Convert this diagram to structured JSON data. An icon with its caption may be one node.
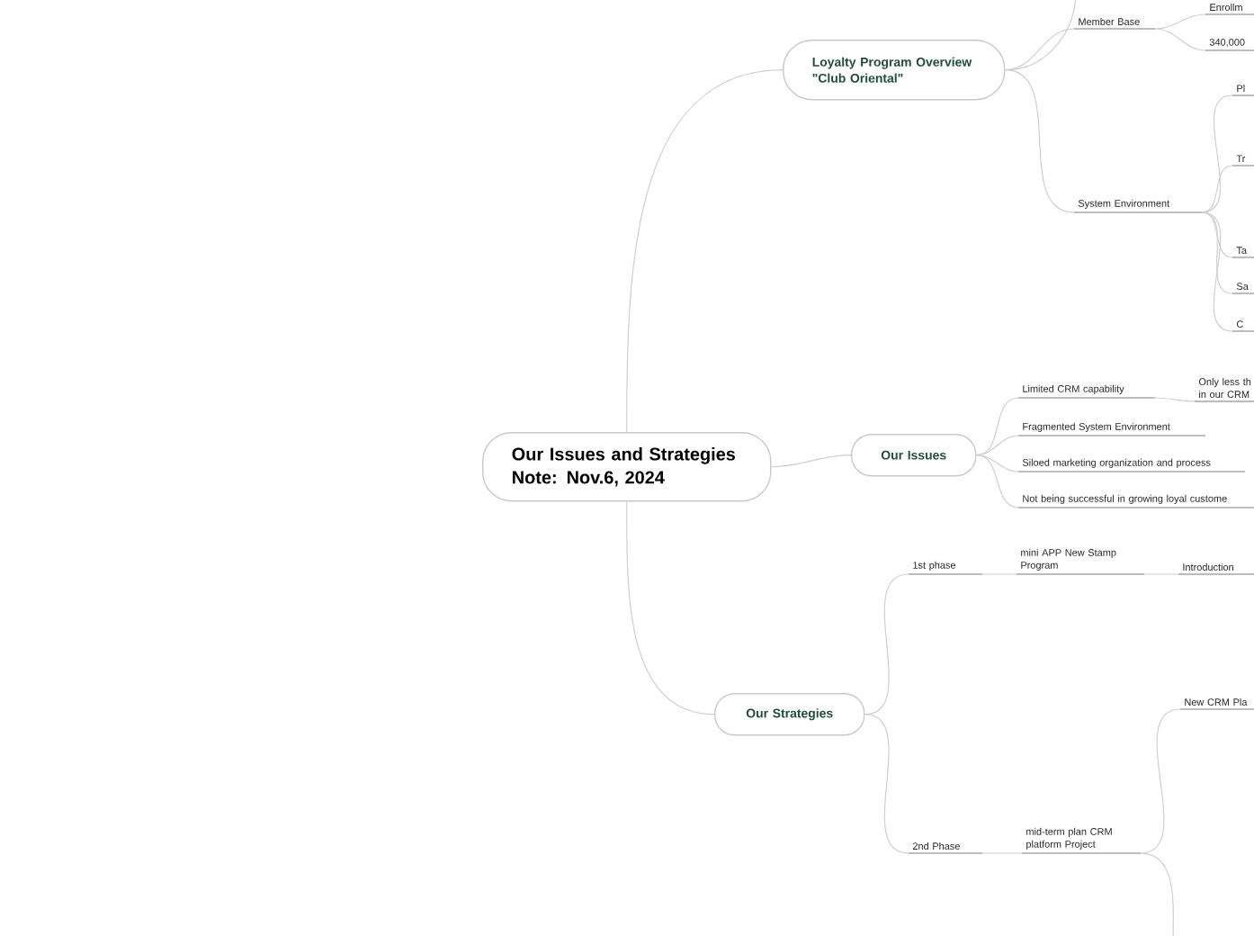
{
  "diagram": {
    "nodes": [
      {
        "text": [
          "Our Issues and Strategies",
          "Note: Nov.6, 2024"
        ]
      },
      {
        "text": [
          "Loyalty Program Overview \"Club Oriental\""
        ]
      },
      {
        "text": [
          "Member Base"
        ]
      },
      {
        "text": [
          "Enrollm"
        ]
      },
      {
        "text": [
          "340,000"
        ]
      },
      {
        "text": [
          "System Environment"
        ]
      },
      {
        "text": [
          "Pl"
        ]
      },
      {
        "text": [
          "Tr"
        ]
      },
      {
        "text": [
          "Ta"
        ]
      },
      {
        "text": [
          "Sa"
        ]
      },
      {
        "text": [
          "C"
        ]
      },
      {
        "text": [
          "Our Issues"
        ]
      },
      {
        "text": [
          "Limited CRM capability"
        ]
      },
      {
        "text": [
          "Only less th in our CRM"
        ]
      },
      {
        "text": [
          "Fragmented System Environment"
        ]
      },
      {
        "text": [
          "Siloed marketing organization and process"
        ]
      },
      {
        "text": [
          "Not being successful in growing loyal custome"
        ]
      },
      {
        "text": [
          "Our Strategies"
        ]
      },
      {
        "text": [
          "1st phase"
        ]
      },
      {
        "text": [
          "mini APP New Stamp Program"
        ]
      },
      {
        "text": [
          "Introduction"
        ]
      },
      {
        "text": [
          "2nd Phase"
        ]
      },
      {
        "text": [
          "mid-term plan CRM platform Project"
        ]
      },
      {
        "text": [
          "New CRM Pla"
        ]
      }
    ],
    "edges": [
      {
        "from": 0,
        "to": 1,
        "arrow": "none"
      },
      {
        "from": 0,
        "to": 11,
        "arrow": "none"
      },
      {
        "from": 0,
        "to": 17,
        "arrow": "none"
      },
      {
        "from": 1,
        "to": null,
        "arrow": "none"
      },
      {
        "from": 1,
        "to": 2,
        "arrow": "none"
      },
      {
        "from": 1,
        "to": 5,
        "arrow": "none"
      },
      {
        "from": 2,
        "to": 3,
        "arrow": "none"
      },
      {
        "from": 2,
        "to": 4,
        "arrow": "none"
      },
      {
        "from": 5,
        "to": 6,
        "arrow": "none"
      },
      {
        "from": 5,
        "to": 7,
        "arrow": "none"
      },
      {
        "from": 5,
        "to": 8,
        "arrow": "none"
      },
      {
        "from": 5,
        "to": 9,
        "arrow": "none"
      },
      {
        "from": 5,
        "to": 10,
        "arrow": "none"
      },
      {
        "from": 11,
        "to": 12,
        "arrow": "none"
      },
      {
        "from": 11,
        "to": 14,
        "arrow": "none"
      },
      {
        "from": 11,
        "to": 15,
        "arrow": "none"
      },
      {
        "from": 11,
        "to": 16,
        "arrow": "none"
      },
      {
        "from": 12,
        "to": 13,
        "arrow": "none"
      },
      {
        "from": 17,
        "to": 18,
        "arrow": "none"
      },
      {
        "from": 17,
        "to": 21,
        "arrow": "none"
      },
      {
        "from": 18,
        "to": 19,
        "arrow": "none"
      },
      {
        "from": 19,
        "to": 20,
        "arrow": "none"
      },
      {
        "from": 21,
        "to": 22,
        "arrow": "none"
      },
      {
        "from": 22,
        "to": 23,
        "arrow": "none"
      },
      {
        "from": 22,
        "to": null,
        "arrow": "none"
      }
    ]
  }
}
